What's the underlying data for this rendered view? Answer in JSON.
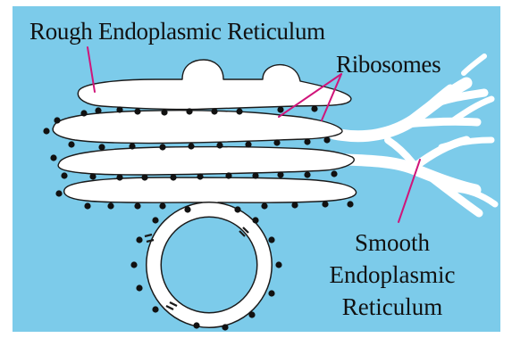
{
  "colors": {
    "background": "#7ccbea",
    "membrane": "#ffffff",
    "outline": "#1a1a1a",
    "ribosome": "#111111",
    "pointer": "#d0157a"
  },
  "labels": {
    "rough_er": "Rough Endoplasmic Reticulum",
    "ribosomes": "Ribosomes",
    "smooth_er": {
      "line1": "Smooth",
      "line2": "Endoplasmic",
      "line3": "Reticulum"
    }
  }
}
